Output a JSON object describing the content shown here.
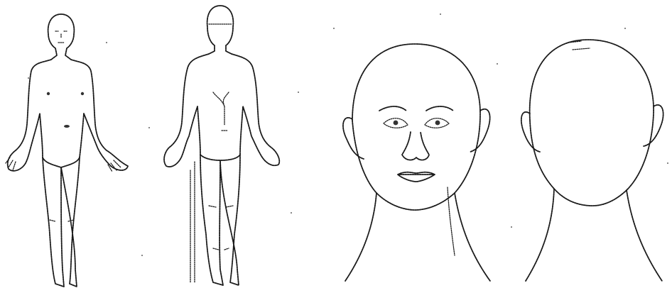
{
  "figure": {
    "panels": [
      {
        "view": "body-front"
      },
      {
        "view": "body-back"
      },
      {
        "view": "head-front"
      },
      {
        "view": "head-back"
      }
    ],
    "ink_color": "#1a1a1a",
    "background": "#ffffff"
  }
}
